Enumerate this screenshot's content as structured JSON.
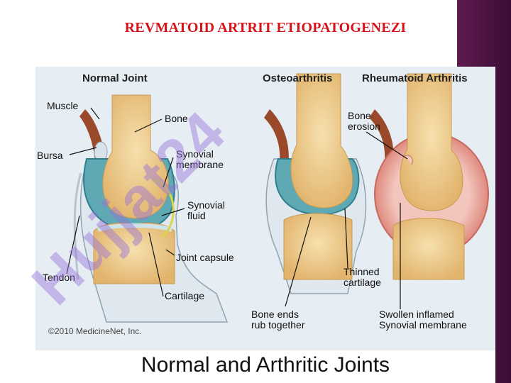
{
  "slide": {
    "title": "REVMATOID ARTRIT ETIOPATOGENEZI"
  },
  "figure": {
    "headings": {
      "normal": "Normal Joint",
      "oa": "Osteoarthritis",
      "ra": "Rheumatoid Arthritis"
    },
    "labels": {
      "muscle": "Muscle",
      "bone": "Bone",
      "bursa": "Bursa",
      "synovial_membrane": "Synovial\nmembrane",
      "synovial_fluid": "Synovial\nfluid",
      "joint_capsule": "Joint capsule",
      "tendon": "Tendon",
      "cartilage": "Cartilage",
      "bone_erosion": "Bone\nerosion",
      "thinned_cartilage": "Thinned\ncartilage",
      "bone_ends": "Bone ends\nrub together",
      "swollen": "Swollen inflamed\nSynovial membrane"
    },
    "copyright": "©2010 MedicineNet, Inc.",
    "caption": "Normal and Arthritic Joints"
  },
  "watermark": {
    "text": "Hujjat24"
  },
  "colors": {
    "title": "#d8141a",
    "side_bar": "#4a1240",
    "figure_bg": "#e6eef4",
    "bone": "#f2cf8f",
    "synovial_fluid": "#5fa9b4",
    "inflamed": "#e89a8c",
    "muscle": "#9a4a2a",
    "watermark": "#9a6ed6"
  }
}
